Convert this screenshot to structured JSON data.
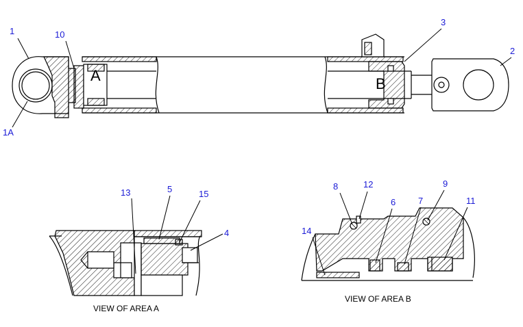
{
  "callouts": {
    "c1": "1",
    "c1A": "1A",
    "c2": "2",
    "c3": "3",
    "c10": "10",
    "c13": "13",
    "c5": "5",
    "c15": "15",
    "c4": "4",
    "c8": "8",
    "c12": "12",
    "c6": "6",
    "c7": "7",
    "c9": "9",
    "c11": "11",
    "c14": "14"
  },
  "area_letters": {
    "a": "A",
    "b": "B"
  },
  "captions": {
    "view_a": "VIEW OF AREA  A",
    "view_b": "VIEW OF AREA  B"
  },
  "colors": {
    "callout": "#1a1ad6",
    "line": "#000000"
  }
}
